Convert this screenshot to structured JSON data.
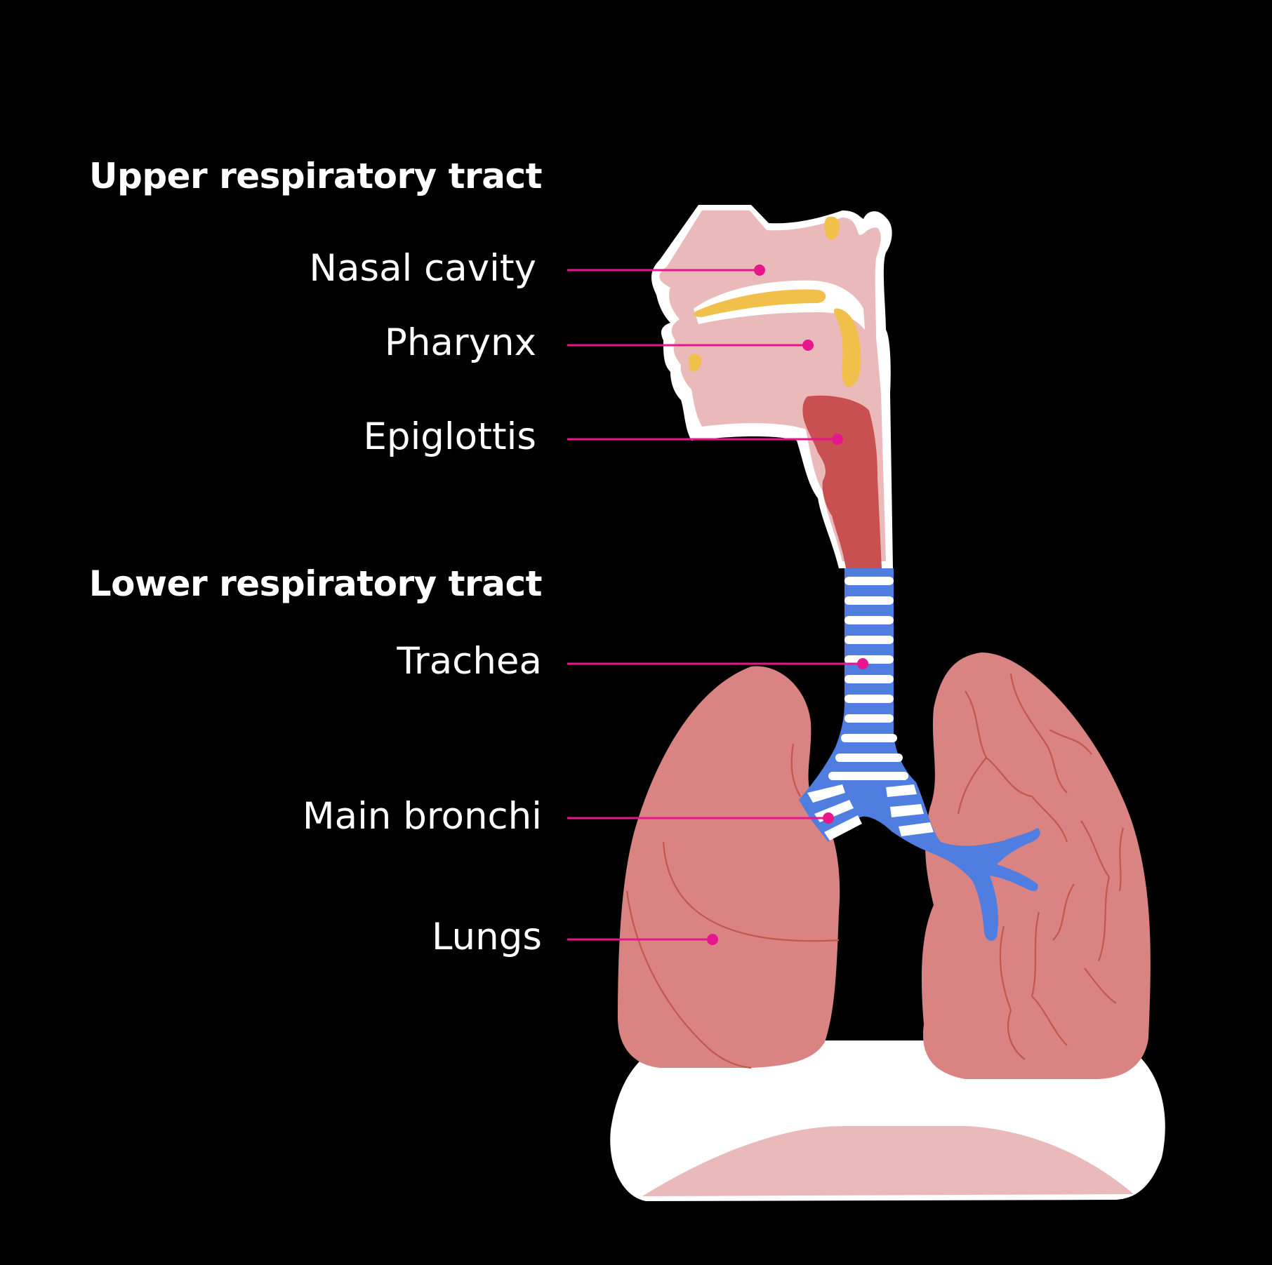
{
  "sections": {
    "upper_title": "Upper respiratory tract",
    "lower_title": "Lower respiratory tract"
  },
  "labels": {
    "nasal_cavity": "Nasal cavity",
    "pharynx": "Pharynx",
    "epiglottis": "Epiglottis",
    "trachea": "Trachea",
    "main_bronchi": "Main bronchi",
    "lungs": "Lungs"
  },
  "colors": {
    "background": "#000000",
    "leader_line": "#e8168c",
    "head_tissue": "#eababa",
    "cartilage": "#f0c04a",
    "epiglottis": "#c85050",
    "trachea_ring": "#4f7de0",
    "lung": "#d98383",
    "lung_vein": "#c2574e",
    "diaphragm": "#ffffff"
  }
}
